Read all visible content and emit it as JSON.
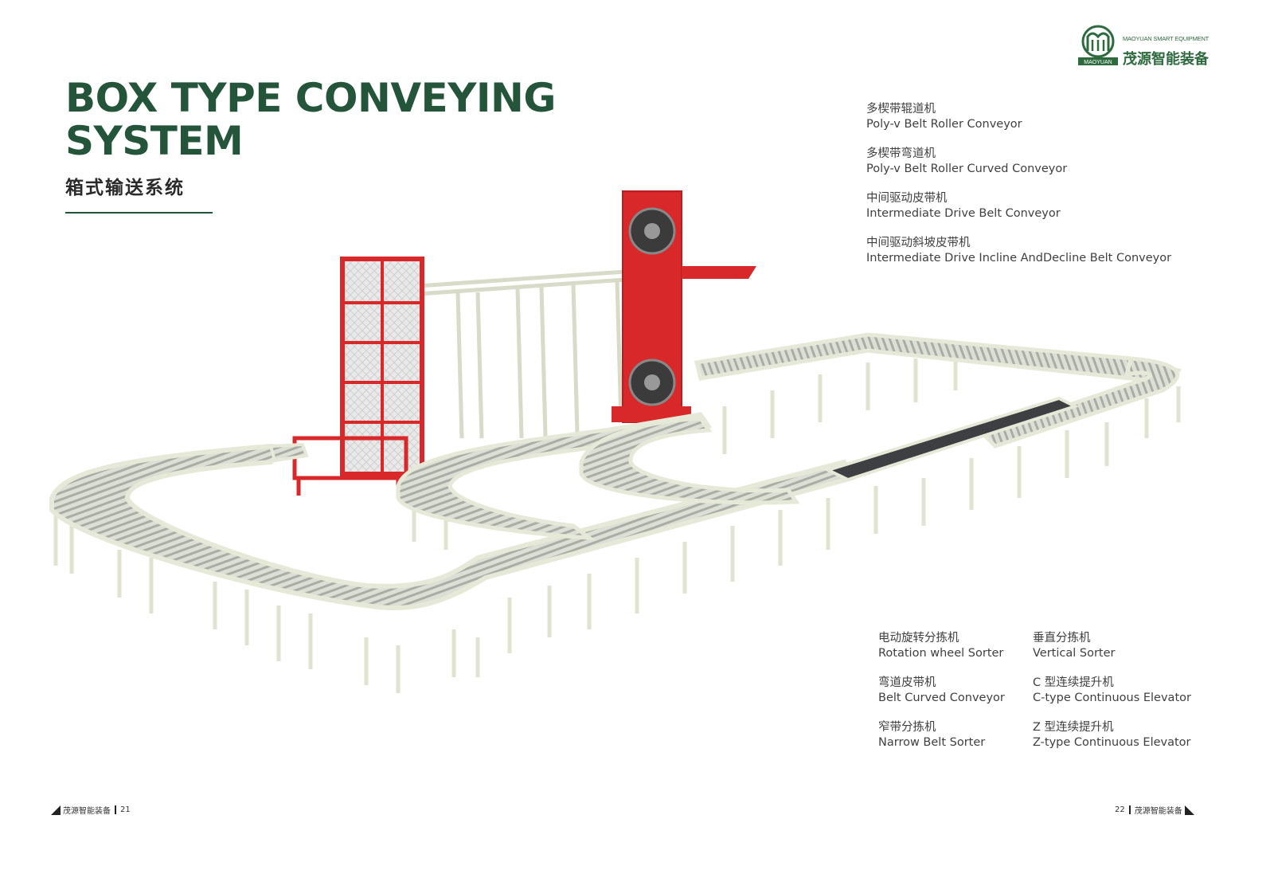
{
  "brand": {
    "name_en": "MAOYUAN SMART EQUIPMENT",
    "name_cn": "茂源智能装备",
    "logo_text": "MAOYUAN",
    "color": "#2d6a3e"
  },
  "title": {
    "en": "BOX TYPE CONVEYING SYSTEM",
    "cn": "箱式输送系统",
    "color": "#24553a"
  },
  "components_top": [
    {
      "cn": "多楔带辊道机",
      "en": "Poly-v Belt Roller Conveyor"
    },
    {
      "cn": "多楔带弯道机",
      "en": "Poly-v Belt Roller Curved Conveyor"
    },
    {
      "cn": "中间驱动皮带机",
      "en": "Intermediate Drive Belt Conveyor"
    },
    {
      "cn": "中间驱动斜坡皮带机",
      "en": "Intermediate Drive Incline AndDecline Belt Conveyor"
    }
  ],
  "components_bottom_left": [
    {
      "cn": "电动旋转分拣机",
      "en": "Rotation wheel Sorter"
    },
    {
      "cn": "弯道皮带机",
      "en": "Belt Curved Conveyor"
    },
    {
      "cn": "窄带分拣机",
      "en": "Narrow Belt Sorter"
    }
  ],
  "components_bottom_right": [
    {
      "cn": "垂直分拣机",
      "en": "Vertical Sorter"
    },
    {
      "cn": "C 型连续提升机",
      "en": "C-type Continuous Elevator"
    },
    {
      "cn": "Z 型连续提升机",
      "en": "Z-type Continuous Elevator"
    }
  ],
  "footer": {
    "left_brand": "茂源智能装备",
    "left_page": "21",
    "right_page": "22",
    "right_brand": "茂源智能装备"
  },
  "colors": {
    "frame": "#e4e8d6",
    "roller": "#c9ccc4",
    "elevator": "#d8282a",
    "belt": "#3d3f42"
  }
}
